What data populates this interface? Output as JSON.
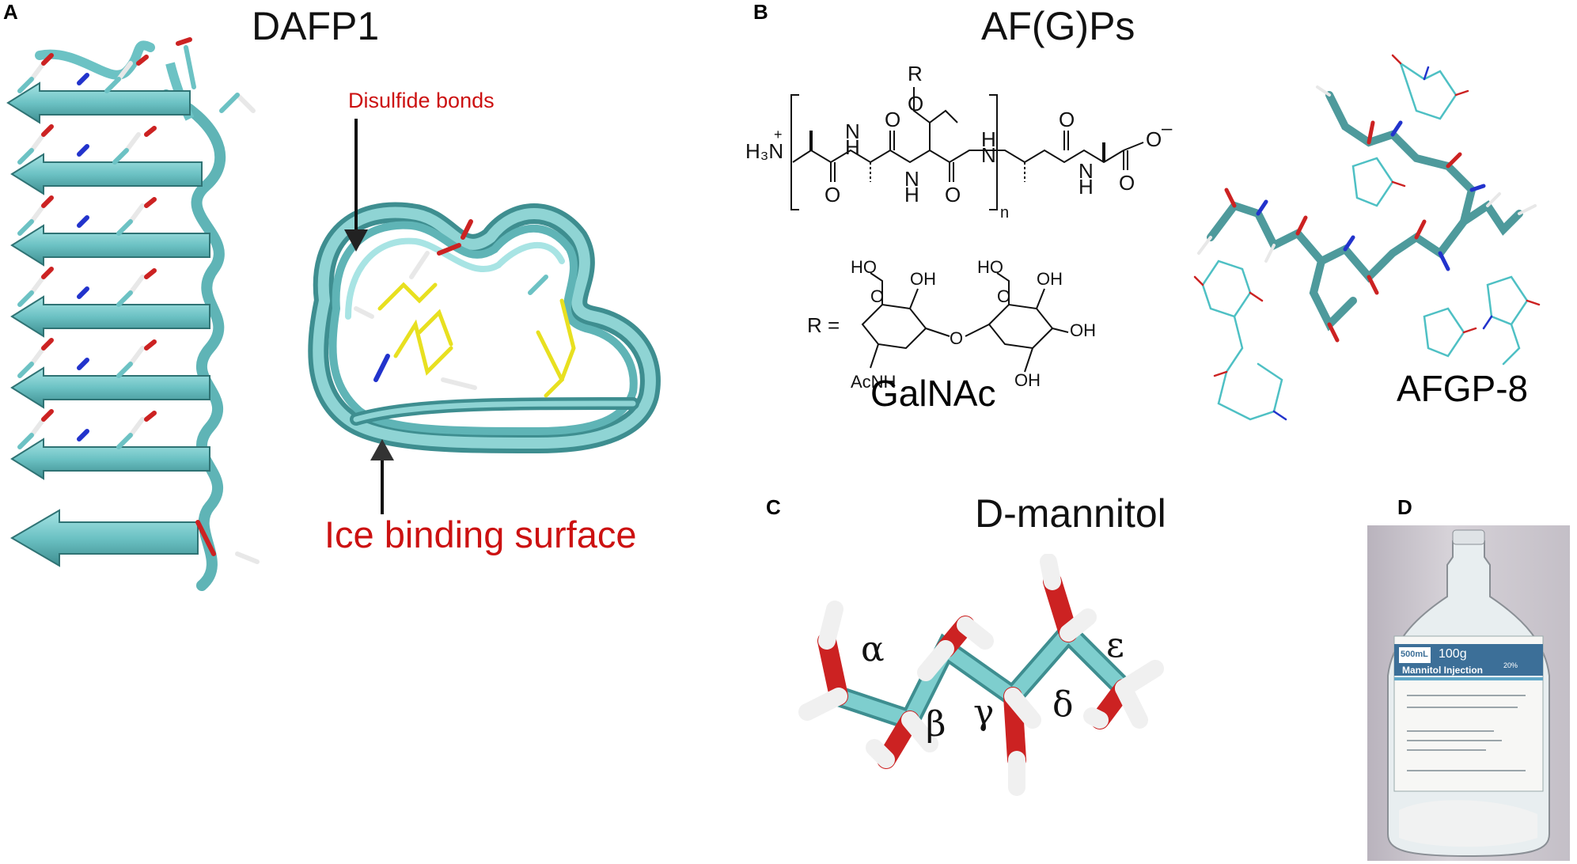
{
  "panels": {
    "a": {
      "label": "A",
      "title": "DAFP1",
      "annotation_top": "Disulfide bonds",
      "annotation_bottom": "Ice binding surface"
    },
    "b": {
      "label": "B",
      "title": "AF(G)Ps",
      "model_label": "AFGP-8",
      "sugar_label": "GalNAc",
      "chem": {
        "h3n": "H₃N",
        "plus": "+",
        "n_sub": "n",
        "r_group": "R",
        "r_eq": "R =",
        "o": "O",
        "oh": "OH",
        "ho": "HO",
        "nh": "NH",
        "h": "H",
        "n": "N",
        "acnh": "AcNH",
        "minus": "–"
      }
    },
    "c": {
      "label": "C",
      "title": "D-mannitol",
      "greek": [
        "α",
        "β",
        "γ",
        "δ",
        "ε"
      ]
    },
    "d": {
      "label": "D",
      "bottle_size": "500mL",
      "bottle_mass": "100g",
      "bottle_name": "Mannitol Injection",
      "bottle_conc": "20%"
    }
  },
  "colors": {
    "ribbon": "#7ecece",
    "ribbon_dark": "#3e8e90",
    "oxygen": "#cc2222",
    "nitrogen": "#2233cc",
    "hydrogen": "#f0f0f0",
    "sulfur": "#e8e020",
    "annotation": "#cc1111"
  }
}
